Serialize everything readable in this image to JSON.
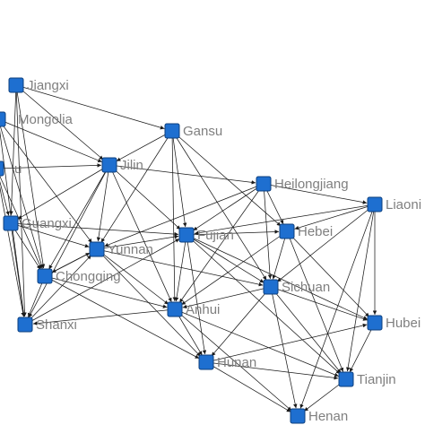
{
  "graph": {
    "colors": {
      "node": "#1e6fd0",
      "node_border": "#0d3f7d",
      "edge": "#1a1a1a",
      "label": "#7f7f7f",
      "background": "#ffffff"
    },
    "nodes": [
      {
        "id": "jiangxi",
        "label": "Jiangxi"
      },
      {
        "id": "mongolia",
        "label": "Mongolia"
      },
      {
        "id": "gansu",
        "label": "Gansu"
      },
      {
        "id": "jilin",
        "label": "Jilin"
      },
      {
        "id": "heilongjiang",
        "label": "Heilongjiang"
      },
      {
        "id": "liaoning",
        "label": "Liaoni"
      },
      {
        "id": "xu",
        "label": "u"
      },
      {
        "id": "guangxi",
        "label": "Guangxi"
      },
      {
        "id": "yunnan",
        "label": "Yunnan"
      },
      {
        "id": "fujian",
        "label": "Fujian"
      },
      {
        "id": "hebei",
        "label": "Hebei"
      },
      {
        "id": "chongqing",
        "label": "Chongqing"
      },
      {
        "id": "sichuan",
        "label": "Sichuan"
      },
      {
        "id": "anhui",
        "label": "Anhui"
      },
      {
        "id": "shanxi",
        "label": "Shanxi"
      },
      {
        "id": "hubei",
        "label": "Hubei"
      },
      {
        "id": "hunan",
        "label": "Hunan"
      },
      {
        "id": "tianjin",
        "label": "Tianjin"
      },
      {
        "id": "henan",
        "label": "Henan"
      }
    ],
    "edges": [
      [
        "jiangxi",
        "jilin"
      ],
      [
        "jiangxi",
        "gansu"
      ],
      [
        "jiangxi",
        "guangxi"
      ],
      [
        "jiangxi",
        "shanxi"
      ],
      [
        "jiangxi",
        "chongqing"
      ],
      [
        "mongolia",
        "jilin"
      ],
      [
        "mongolia",
        "yunnan"
      ],
      [
        "mongolia",
        "shanxi"
      ],
      [
        "mongolia",
        "chongqing"
      ],
      [
        "gansu",
        "fujian"
      ],
      [
        "gansu",
        "sichuan"
      ],
      [
        "gansu",
        "hebei"
      ],
      [
        "gansu",
        "jilin"
      ],
      [
        "gansu",
        "yunnan"
      ],
      [
        "gansu",
        "anhui"
      ],
      [
        "jilin",
        "guangxi"
      ],
      [
        "jilin",
        "chongqing"
      ],
      [
        "jilin",
        "yunnan"
      ],
      [
        "jilin",
        "fujian"
      ],
      [
        "jilin",
        "anhui"
      ],
      [
        "jilin",
        "shanxi"
      ],
      [
        "jilin",
        "heilongjiang"
      ],
      [
        "heilongjiang",
        "fujian"
      ],
      [
        "heilongjiang",
        "hebei"
      ],
      [
        "heilongjiang",
        "sichuan"
      ],
      [
        "heilongjiang",
        "anhui"
      ],
      [
        "heilongjiang",
        "yunnan"
      ],
      [
        "heilongjiang",
        "liaoning"
      ],
      [
        "liaoning",
        "hubei"
      ],
      [
        "liaoning",
        "tianjin"
      ],
      [
        "liaoning",
        "hebei"
      ],
      [
        "liaoning",
        "henan"
      ],
      [
        "liaoning",
        "sichuan"
      ],
      [
        "liaoning",
        "fujian"
      ],
      [
        "guangxi",
        "yunnan"
      ],
      [
        "guangxi",
        "chongqing"
      ],
      [
        "guangxi",
        "shanxi"
      ],
      [
        "guangxi",
        "fujian"
      ],
      [
        "yunnan",
        "fujian"
      ],
      [
        "yunnan",
        "anhui"
      ],
      [
        "yunnan",
        "chongqing"
      ],
      [
        "yunnan",
        "sichuan"
      ],
      [
        "yunnan",
        "hunan"
      ],
      [
        "fujian",
        "hebei"
      ],
      [
        "fujian",
        "sichuan"
      ],
      [
        "fujian",
        "anhui"
      ],
      [
        "fujian",
        "hunan"
      ],
      [
        "fujian",
        "hubei"
      ],
      [
        "fujian",
        "tianjin"
      ],
      [
        "hebei",
        "sichuan"
      ],
      [
        "hebei",
        "hubei"
      ],
      [
        "hebei",
        "anhui"
      ],
      [
        "hebei",
        "tianjin"
      ],
      [
        "chongqing",
        "shanxi"
      ],
      [
        "chongqing",
        "anhui"
      ],
      [
        "chongqing",
        "hunan"
      ],
      [
        "chongqing",
        "yunnan"
      ],
      [
        "sichuan",
        "hubei"
      ],
      [
        "sichuan",
        "tianjin"
      ],
      [
        "sichuan",
        "anhui"
      ],
      [
        "sichuan",
        "hunan"
      ],
      [
        "sichuan",
        "henan"
      ],
      [
        "anhui",
        "hunan"
      ],
      [
        "anhui",
        "henan"
      ],
      [
        "anhui",
        "shanxi"
      ],
      [
        "anhui",
        "tianjin"
      ],
      [
        "shanxi",
        "yunnan"
      ],
      [
        "shanxi",
        "fujian"
      ],
      [
        "hunan",
        "henan"
      ],
      [
        "hunan",
        "tianjin"
      ],
      [
        "hunan",
        "hubei"
      ],
      [
        "hubei",
        "tianjin"
      ],
      [
        "tianjin",
        "henan"
      ],
      [
        "xu",
        "guangxi"
      ],
      [
        "xu",
        "shanxi"
      ],
      [
        "xu",
        "jilin"
      ],
      [
        "xu",
        "chongqing"
      ]
    ]
  }
}
